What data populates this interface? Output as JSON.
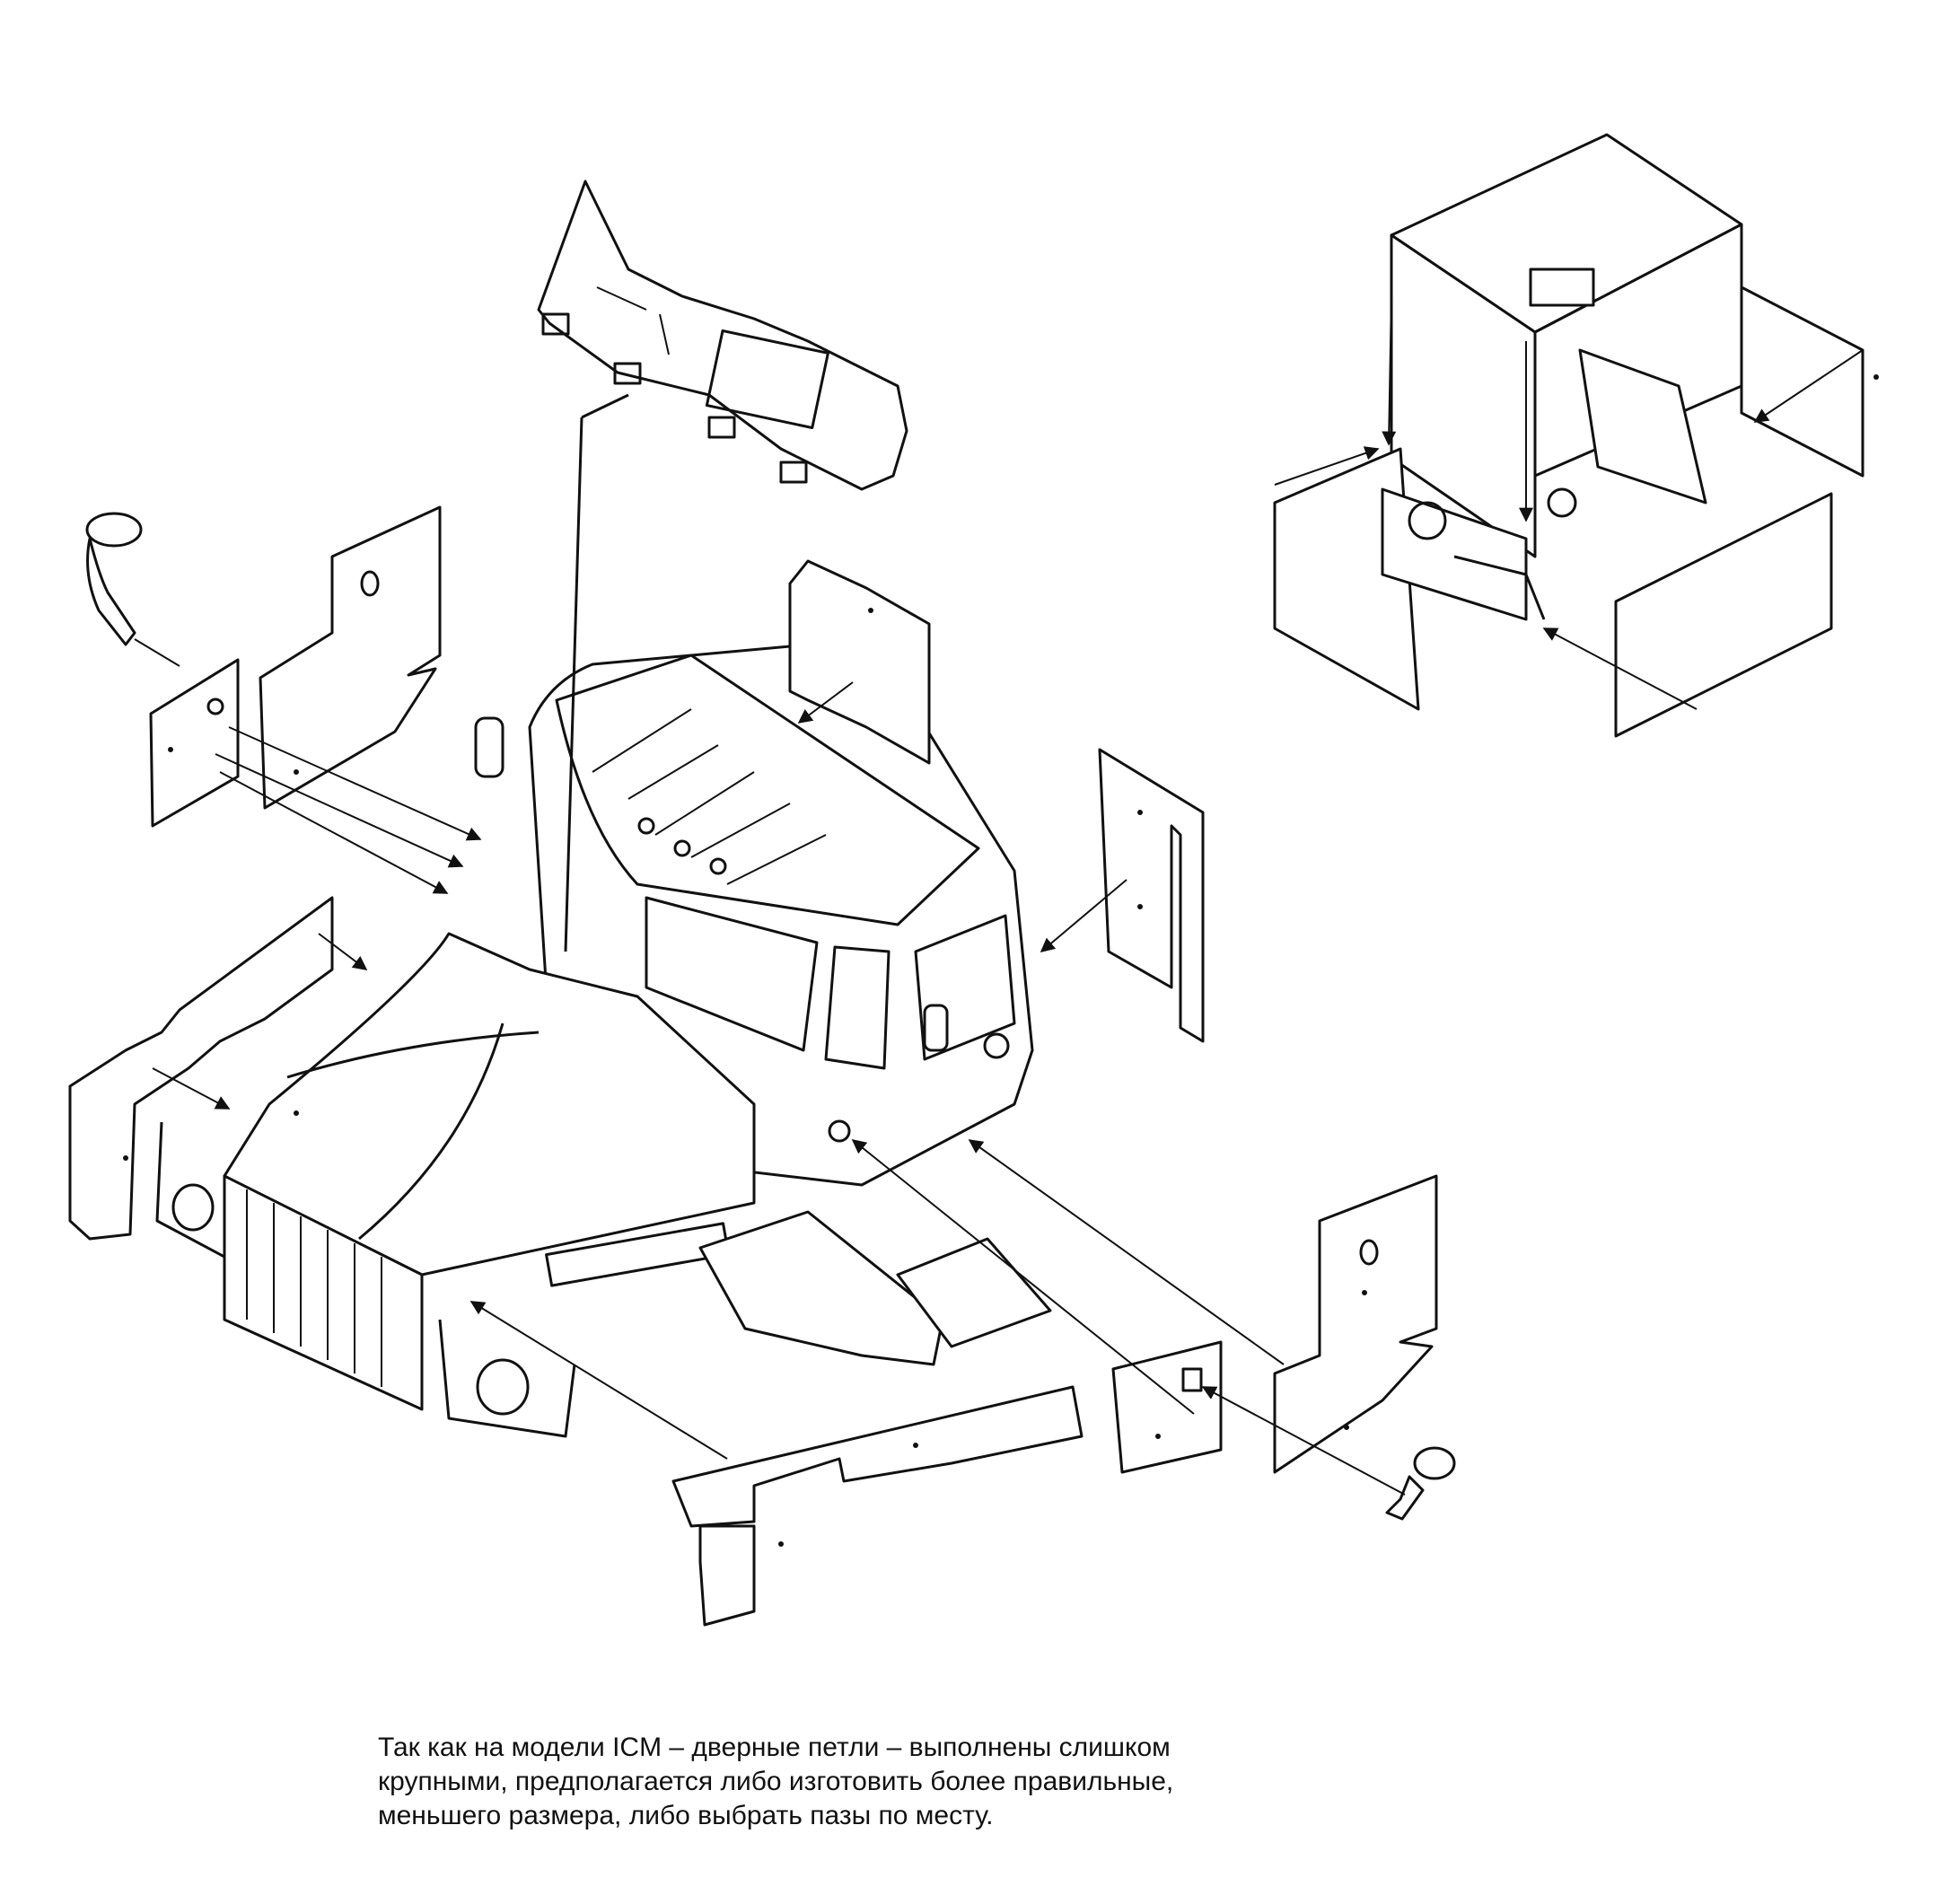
{
  "caption": {
    "lines": [
      "Так как на модели ICM – дверные петли – выполнены слишком",
      "крупными, предполагается либо изготовить более правильные,",
      "меньшего размера, либо выбрать пазы по месту."
    ]
  },
  "colors": {
    "ink": "#111111",
    "paper": "#ffffff"
  }
}
